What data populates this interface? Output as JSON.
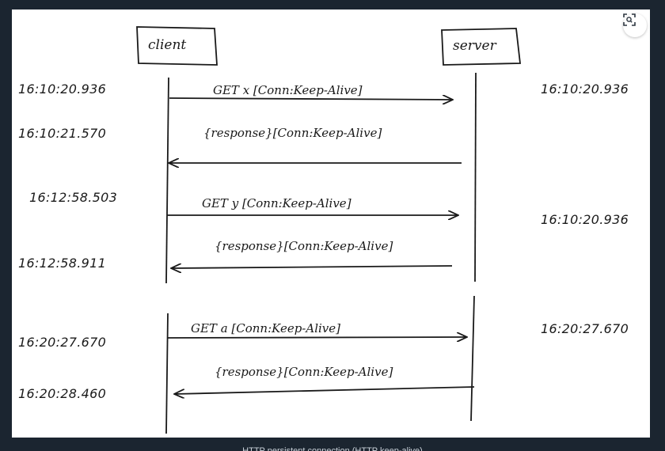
{
  "actors": {
    "client": "client",
    "server": "server"
  },
  "messages": [
    "GET x [Conn:Keep-Alive]",
    "{response}[Conn:Keep-Alive]",
    "GET y [Conn:Keep-Alive]",
    "{response}[Conn:Keep-Alive]",
    "GET a [Conn:Keep-Alive]",
    "{response}[Conn:Keep-Alive]"
  ],
  "timestamps": {
    "left": [
      "16:10:20.936",
      "16:10:21.570",
      "16:12:58.503",
      "16:12:58.911",
      "16:20:27.670",
      "16:20:28.460"
    ],
    "right": [
      "16:10:20.936",
      "16:10:20.936",
      "16:20:27.670"
    ]
  },
  "caption": "HTTP persistent connection (HTTP keep-alive)",
  "icons": {
    "zoom": "zoom-icon"
  },
  "colors": {
    "background": "#1b2530",
    "canvas": "#ffffff",
    "ink": "#1a1a1a"
  }
}
